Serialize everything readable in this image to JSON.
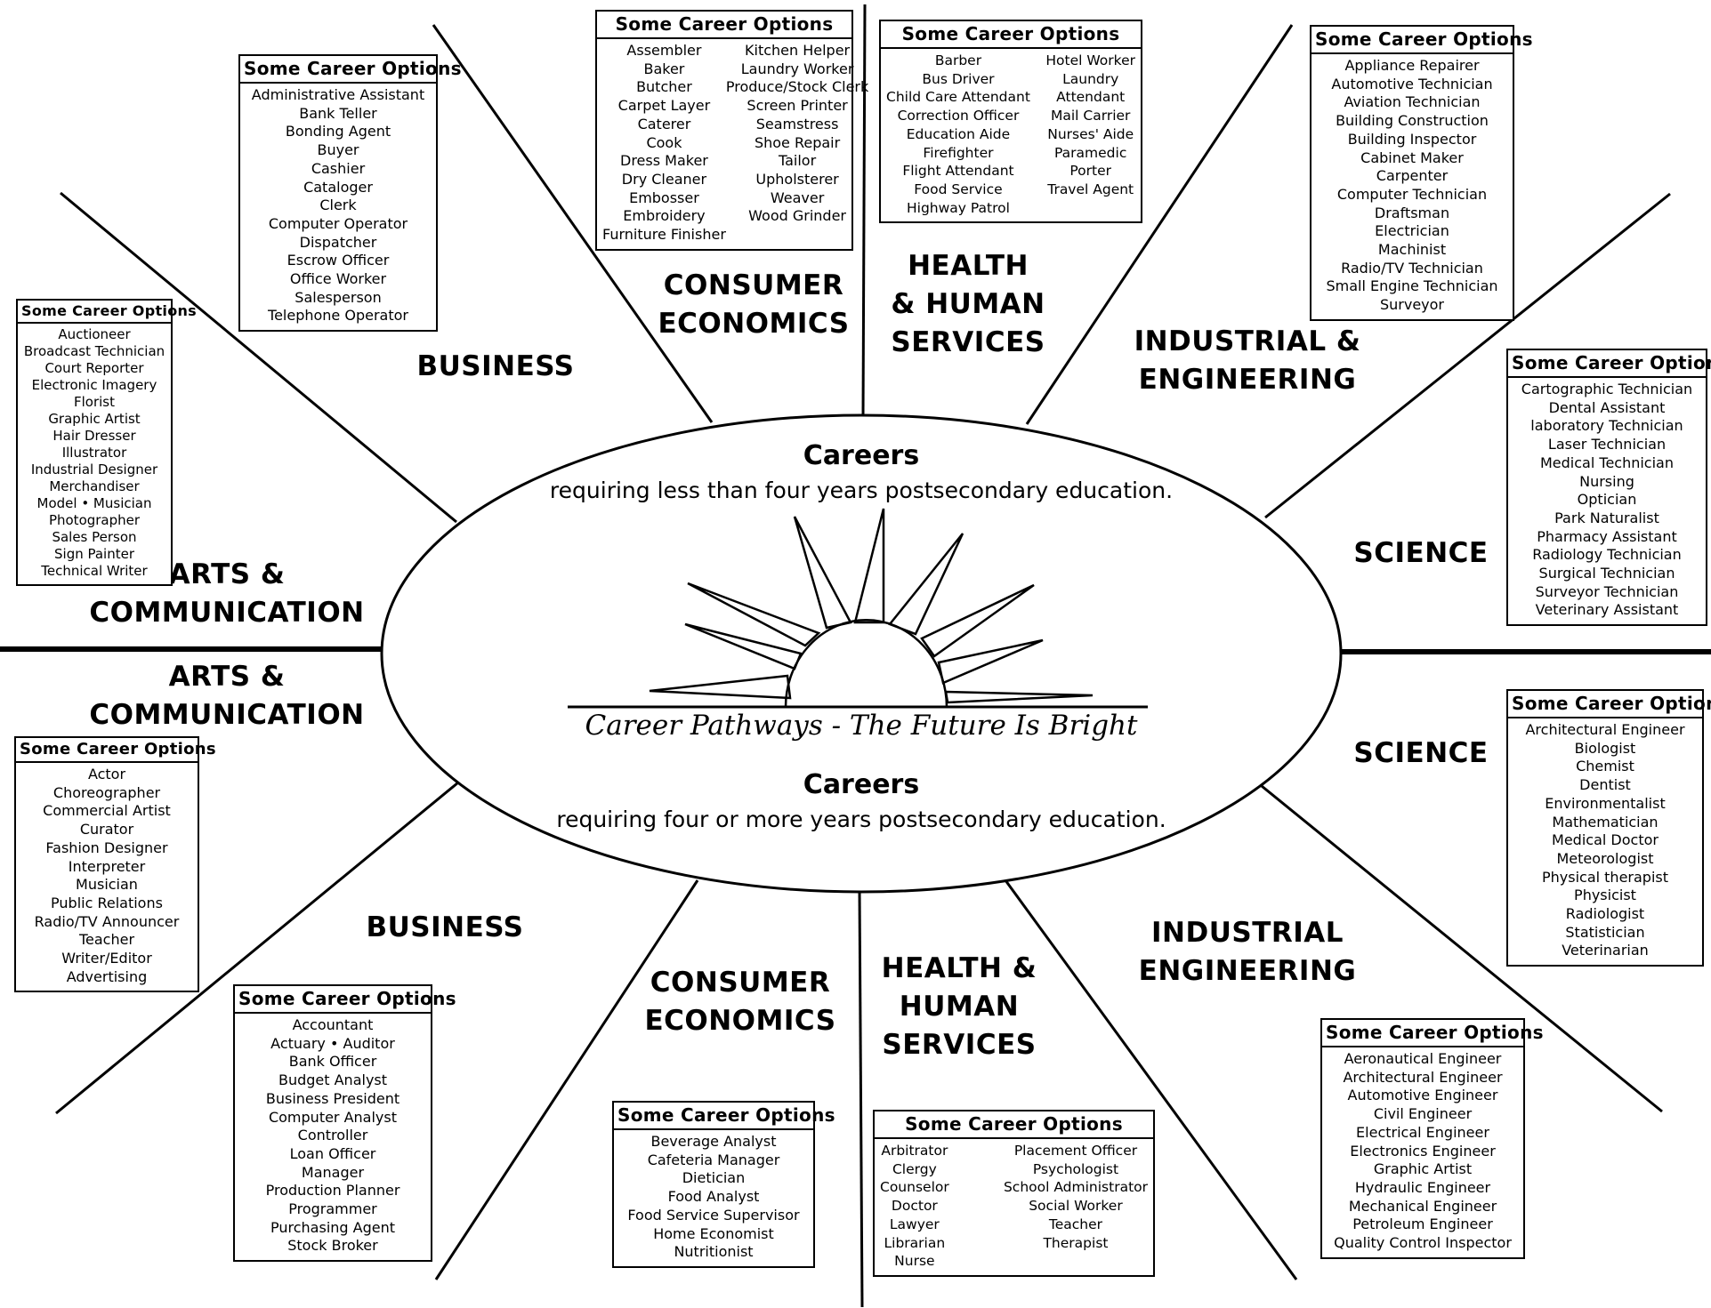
{
  "center": {
    "upper_heading": "Careers",
    "upper_sub": "requiring less than four years postsecondary education.",
    "slogan": "Career Pathways - The Future Is Bright",
    "lower_heading": "Careers",
    "lower_sub": "requiring four or more years postsecondary education."
  },
  "box_title": "Some Career Options",
  "categories": {
    "upper_business": "BUSINESS",
    "upper_consumer": [
      "CONSUMER",
      "ECONOMICS"
    ],
    "upper_health": [
      "HEALTH",
      "& HUMAN",
      "SERVICES"
    ],
    "upper_industrial": [
      "INDUSTRIAL &",
      "ENGINEERING"
    ],
    "upper_science": "SCIENCE",
    "upper_arts": [
      "ARTS &",
      "COMMUNICATION"
    ],
    "lower_arts": [
      "ARTS &",
      "COMMUNICATION"
    ],
    "lower_science": "SCIENCE",
    "lower_business": "BUSINESS",
    "lower_consumer": [
      "CONSUMER",
      "ECONOMICS"
    ],
    "lower_health": [
      "HEALTH &",
      "HUMAN",
      "SERVICES"
    ],
    "lower_industrial": [
      "INDUSTRIAL",
      "ENGINEERING"
    ]
  },
  "boxes": {
    "upper_business": [
      "Administrative Assistant",
      "Bank Teller",
      "Bonding Agent",
      "Buyer",
      "Cashier",
      "Cataloger",
      "Clerk",
      "Computer Operator",
      "Dispatcher",
      "Escrow Officer",
      "Office Worker",
      "Salesperson",
      "Telephone Operator"
    ],
    "upper_consumer": {
      "col1": [
        "Assembler",
        "Baker",
        "Butcher",
        "Carpet Layer",
        "Caterer",
        "Cook",
        "Dress Maker",
        "Dry Cleaner",
        "Embosser",
        "Embroidery",
        "Furniture Finisher"
      ],
      "col2": [
        "Kitchen Helper",
        "Laundry Worker",
        "Produce/Stock Clerk",
        "Screen Printer",
        "Seamstress",
        "Shoe Repair",
        "Tailor",
        "Upholsterer",
        "Weaver",
        "Wood Grinder"
      ]
    },
    "upper_health": {
      "col1": [
        "Barber",
        "Bus Driver",
        "Child Care Attendant",
        "Correction Officer",
        "Education Aide",
        "Firefighter",
        "Flight Attendant",
        "Food Service",
        "Highway Patrol"
      ],
      "col2": [
        "Hotel Worker",
        "Laundry",
        "Attendant",
        "Mail Carrier",
        "Nurses' Aide",
        "Paramedic",
        "Porter",
        "Travel Agent"
      ]
    },
    "upper_industrial": [
      "Appliance Repairer",
      "Automotive Technician",
      "Aviation Technician",
      "Building Construction",
      "Building Inspector",
      "Cabinet Maker",
      "Carpenter",
      "Computer Technician",
      "Draftsman",
      "Electrician",
      "Machinist",
      "Radio/TV Technician",
      "Small Engine Technician",
      "Surveyor"
    ],
    "upper_science": [
      "Cartographic Technician",
      "Dental Assistant",
      "laboratory Technician",
      "Laser Technician",
      "Medical Technician",
      "Nursing",
      "Optician",
      "Park Naturalist",
      "Pharmacy Assistant",
      "Radiology Technician",
      "Surgical Technician",
      "Surveyor Technician",
      "Veterinary Assistant"
    ],
    "upper_arts": [
      "Auctioneer",
      "Broadcast Technician",
      "Court Reporter",
      "Electronic Imagery",
      "Florist",
      "Graphic Artist",
      "Hair Dresser",
      "Illustrator",
      "Industrial Designer",
      "Merchandiser",
      "Model • Musician",
      "Photographer",
      "Sales Person",
      "Sign Painter",
      "Technical Writer"
    ],
    "lower_arts": [
      "Actor",
      "Choreographer",
      "Commercial Artist",
      "Curator",
      "Fashion Designer",
      "Interpreter",
      "Musician",
      "Public Relations",
      "Radio/TV Announcer",
      "Teacher",
      "Writer/Editor",
      "Advertising"
    ],
    "lower_business": [
      "Accountant",
      "Actuary • Auditor",
      "Bank Officer",
      "Budget Analyst",
      "Business President",
      "Computer Analyst",
      "Controller",
      "Loan Officer",
      "Manager",
      "Production Planner",
      "Programmer",
      "Purchasing Agent",
      "Stock Broker"
    ],
    "lower_consumer": [
      "Beverage Analyst",
      "Cafeteria Manager",
      "Dietician",
      "Food Analyst",
      "Food Service Supervisor",
      "Home Economist",
      "Nutritionist"
    ],
    "lower_health": {
      "col1": [
        "Arbitrator",
        "Clergy",
        "Counselor",
        "Doctor",
        "Lawyer",
        "Librarian",
        "Nurse"
      ],
      "col2": [
        "Placement Officer",
        "Psychologist",
        "School Administrator",
        "Social Worker",
        "Teacher",
        "Therapist"
      ]
    },
    "lower_science": [
      "Architectural Engineer",
      "Biologist",
      "Chemist",
      "Dentist",
      "Environmentalist",
      "Mathematician",
      "Medical Doctor",
      "Meteorologist",
      "Physical therapist",
      "Physicist",
      "Radiologist",
      "Statistician",
      "Veterinarian"
    ],
    "lower_industrial": [
      "Aeronautical Engineer",
      "Architectural Engineer",
      "Automotive Engineer",
      "Civil Engineer",
      "Electrical Engineer",
      "Electronics Engineer",
      "Graphic Artist",
      "Hydraulic Engineer",
      "Mechanical Engineer",
      "Petroleum Engineer",
      "Quality Control Inspector"
    ]
  }
}
